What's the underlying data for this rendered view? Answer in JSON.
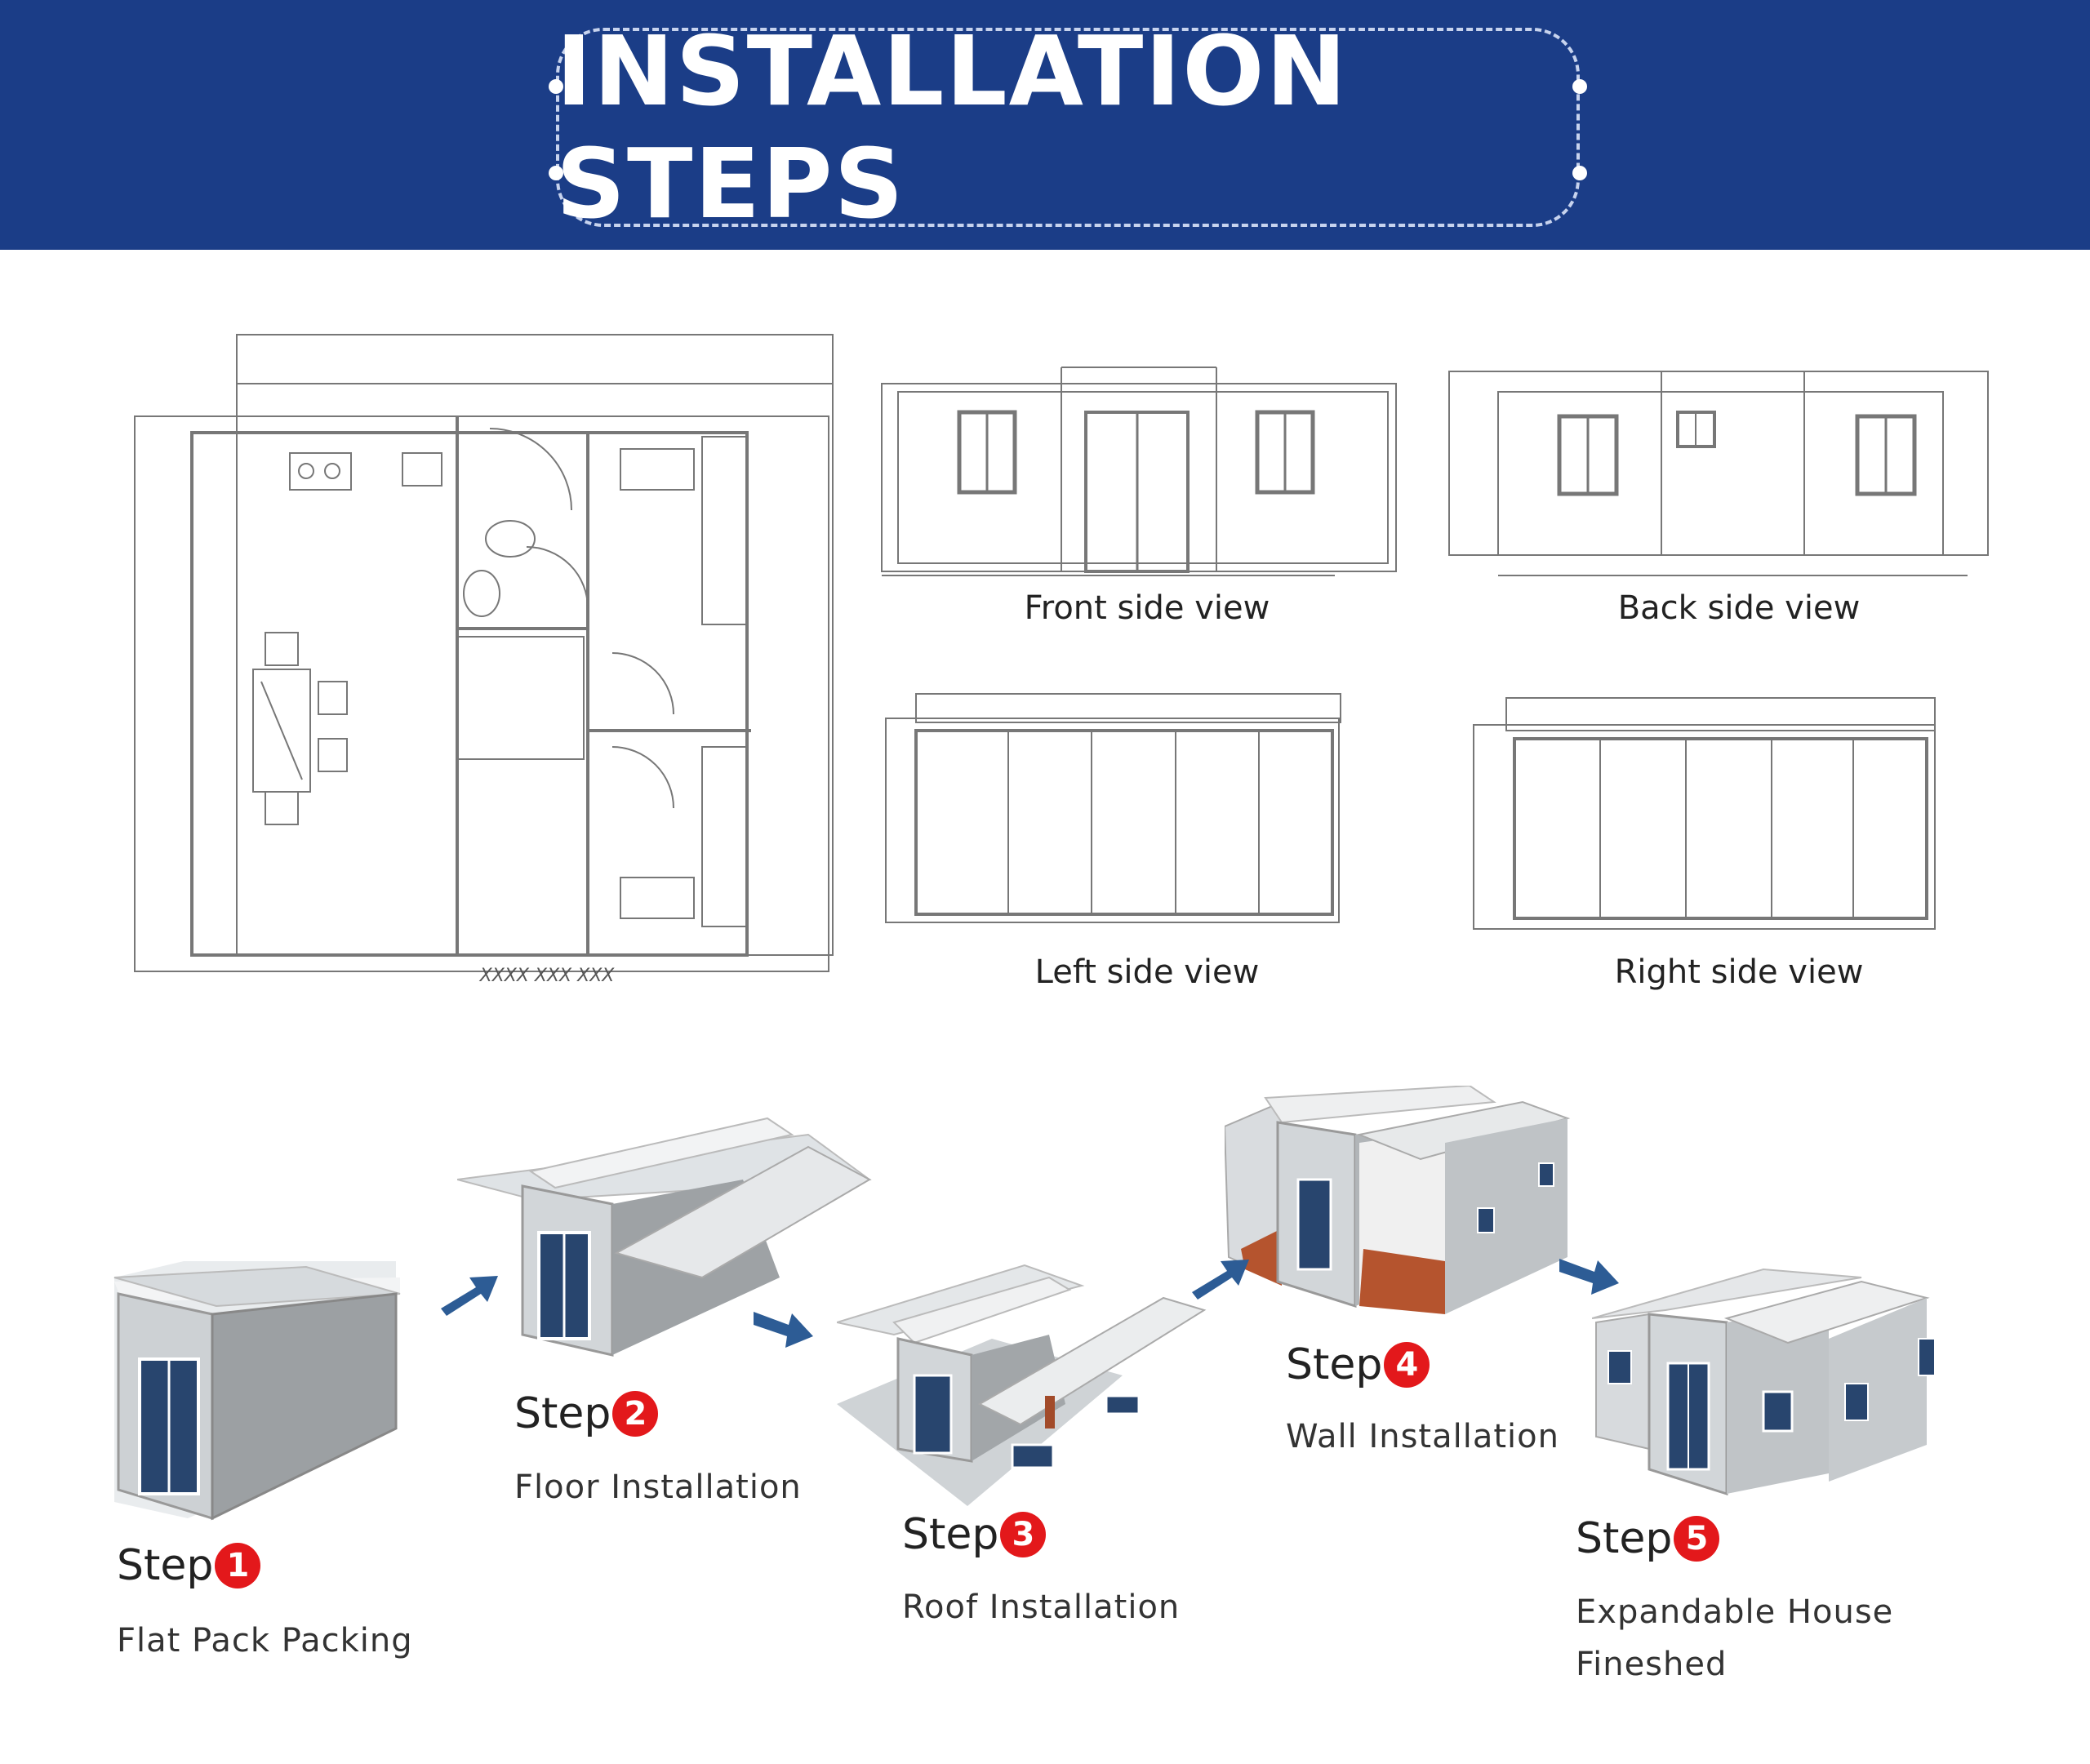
{
  "banner": {
    "title": "INSTALLATION STEPS",
    "bg_color": "#1b3d87"
  },
  "floor_plan": {
    "caption": "XXXX XXX XXX"
  },
  "views": {
    "front": "Front side view",
    "back": "Back side view",
    "left": "Left side view",
    "right": "Right side view"
  },
  "steps": [
    {
      "label": "Step",
      "number": "1",
      "description": "Flat Pack Packing"
    },
    {
      "label": "Step",
      "number": "2",
      "description": "Floor Installation"
    },
    {
      "label": "Step",
      "number": "3",
      "description": "Roof Installation"
    },
    {
      "label": "Step",
      "number": "4",
      "description": "Wall Installation"
    },
    {
      "label": "Step",
      "number": "5",
      "description_line1": "Expandable House",
      "description_line2": "Fineshed"
    }
  ],
  "colors": {
    "step_badge": "#e3181b",
    "arrow": "#2d5c95",
    "window_glass": "#28456e"
  }
}
